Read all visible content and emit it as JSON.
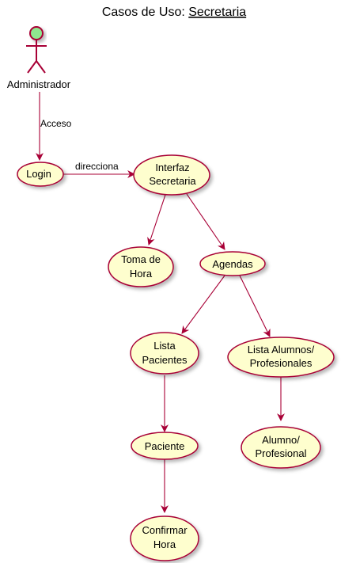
{
  "title": {
    "prefix": "Casos de Uso: ",
    "underlined": "Secretaria"
  },
  "actor": {
    "name": "Administrador",
    "icon": "stick-figure-icon",
    "head_color": "#8fe68f"
  },
  "links": {
    "acceso": "Acceso",
    "direcciona": "direcciona"
  },
  "usecases": {
    "login": [
      "Login"
    ],
    "interfaz": [
      "Interfaz",
      "Secretaria"
    ],
    "toma": [
      "Toma de",
      "Hora"
    ],
    "agendas": [
      "Agendas"
    ],
    "pacientes": [
      "Lista",
      "Pacientes"
    ],
    "alumnos": [
      "Lista Alumnos/",
      "Profesionales"
    ],
    "paciente": [
      "Paciente"
    ],
    "alumno": [
      "Alumno/",
      "Profesional"
    ],
    "confirmar": [
      "Confirmar",
      "Hora"
    ]
  },
  "colors": {
    "fill": "#fefece",
    "stroke": "#a80036",
    "shadow": "#c8c8c8",
    "actor_head": "#8fe68f"
  }
}
